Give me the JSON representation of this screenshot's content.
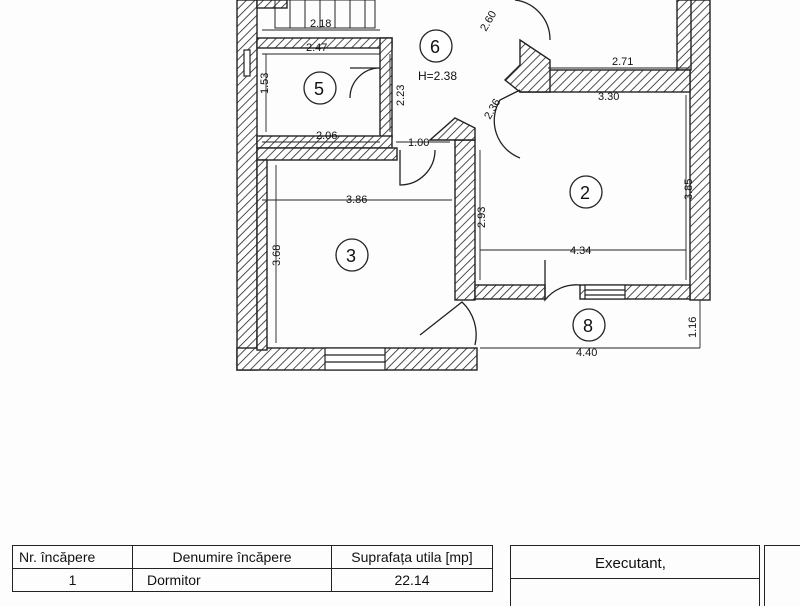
{
  "plan": {
    "rooms": [
      {
        "number": "2"
      },
      {
        "number": "3"
      },
      {
        "number": "5"
      },
      {
        "number": "6",
        "note": "H=2.38"
      },
      {
        "number": "8"
      }
    ],
    "dimensions": [
      "2.18",
      "2.47",
      "1.53",
      "2.23",
      "2.06",
      "2.60",
      "2.71",
      "3.30",
      "2.36",
      "1.00",
      "3.86",
      "2.93",
      "3.85",
      "3.68",
      "4.34",
      "1.16",
      "4.40"
    ]
  },
  "table": {
    "headers": [
      "Nr. încăpere",
      "Denumire încăpere",
      "Suprafața utila [mp]"
    ],
    "rows": [
      {
        "nr": "1",
        "name": "Dormitor",
        "area": "22.14"
      }
    ]
  },
  "executant": {
    "label": "Executant,"
  }
}
